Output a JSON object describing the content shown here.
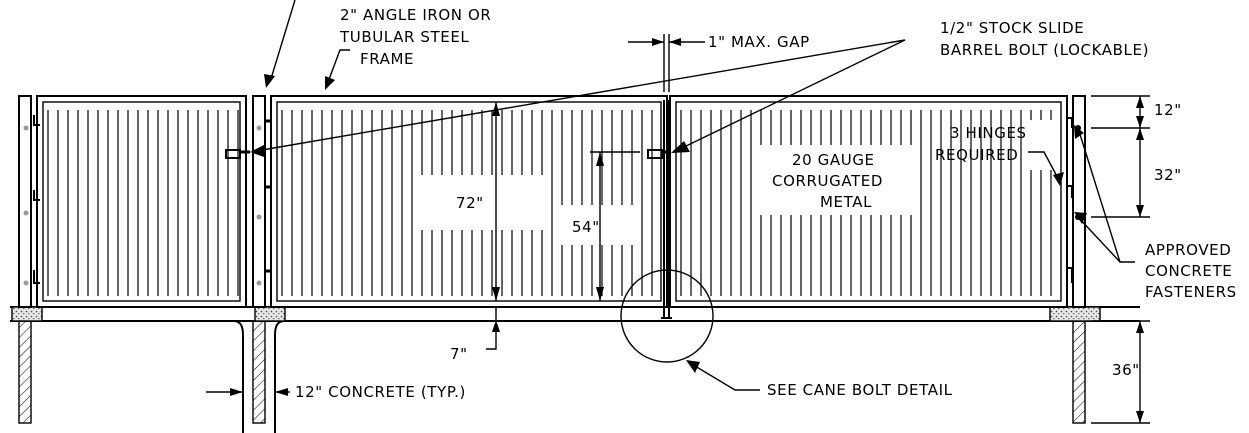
{
  "labels": {
    "frame": [
      "2\" ANGLE IRON OR",
      "TUBULAR STEEL",
      "FRAME"
    ],
    "gap": "1\" MAX. GAP",
    "bolt": [
      "1/2\" STOCK SLIDE",
      "BARREL BOLT (LOCKABLE)"
    ],
    "gate_height": "72\"",
    "bolt_height": "54\"",
    "metal": [
      "20 GAUGE",
      "CORRUGATED",
      "METAL"
    ],
    "hinges": [
      "3 HINGES",
      "REQUIRED"
    ],
    "top_dim": "12\"",
    "hinge_dim": "32\"",
    "fasteners": [
      "APPROVED",
      "CONCRETE",
      "FASTENERS"
    ],
    "clearance": "7\"",
    "concrete": "12\" CONCRETE (TYP.)",
    "cane_bolt": "SEE CANE BOLT DETAIL",
    "footing_depth": "36\""
  }
}
